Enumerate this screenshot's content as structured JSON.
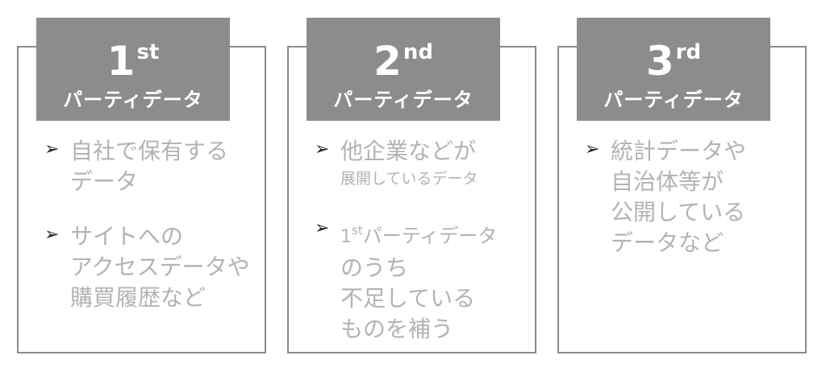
{
  "cards": [
    {
      "ordinal_num": "1",
      "ordinal_suffix": "st",
      "title": "パーティデータ",
      "bullets": [
        {
          "lines": [
            "自社で保有する",
            "データ"
          ]
        },
        {
          "lines": [
            "サイトへの",
            "アクセスデータや",
            "購買履歴など"
          ]
        }
      ]
    },
    {
      "ordinal_num": "2",
      "ordinal_suffix": "nd",
      "title": "パーティデータ",
      "bullets": [
        {
          "lines": [
            "他企業などが",
            "展開しているデータ"
          ]
        },
        {
          "sup_num": "1",
          "sup_suffix": "st",
          "sup_rest": "パーティデータ",
          "lines": [
            "のうち",
            "不足している",
            "ものを補う"
          ]
        }
      ]
    },
    {
      "ordinal_num": "3",
      "ordinal_suffix": "rd",
      "title": "パーティデータ",
      "bullets": [
        {
          "lines": [
            "統計データや",
            "自治体等が",
            "公開している",
            "データなど"
          ]
        }
      ]
    }
  ],
  "bullet_icon": "arrowhead-icon",
  "colors": {
    "header_bg": "#8c8c8c",
    "border": "#8a8a8a",
    "text": "#b3b3b3",
    "bullet": "#222222"
  }
}
